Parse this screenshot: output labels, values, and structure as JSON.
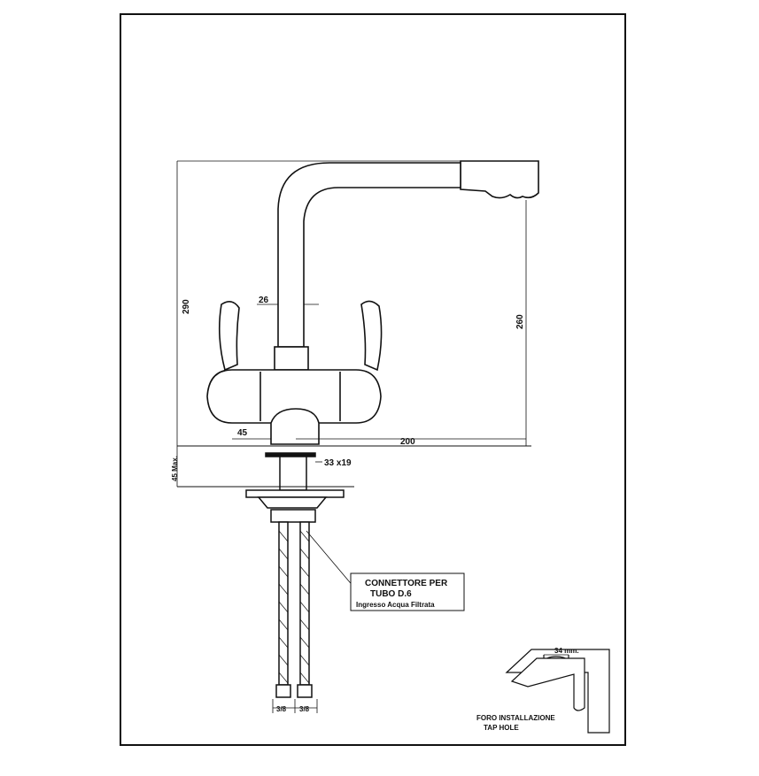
{
  "dimensions": {
    "total_height": "290",
    "spout_height": "260",
    "spout_diameter": "26",
    "base_offset": "45",
    "reach": "200",
    "max_thickness": "45 Max.",
    "nut_size": "33 x19",
    "hose_left": "3/8",
    "hose_right": "3/8"
  },
  "callout": {
    "line1": "CONNETTORE PER",
    "line2": "TUBO D.6",
    "line3": "Ingresso Acqua Filtrata"
  },
  "tap_hole": {
    "size": "34 mm.",
    "label_line1": "FORO INSTALLAZIONE",
    "label_line2": "TAP HOLE"
  }
}
